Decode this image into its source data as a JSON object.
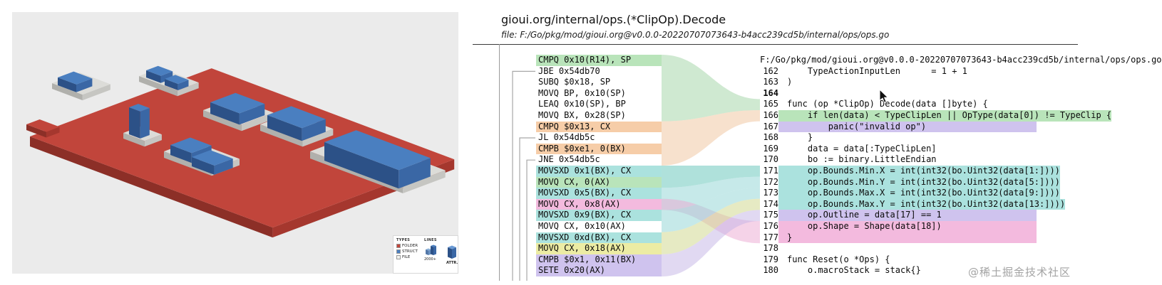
{
  "left_panel": {
    "legend": {
      "types_heading": "TYPES",
      "type_items": [
        {
          "label": "FOLDER",
          "color": "#c1453b"
        },
        {
          "label": "STRUCT",
          "color": "#4a7fc0"
        },
        {
          "label": "FILE",
          "color": "#f2f2ee"
        }
      ],
      "lines_heading": "LINES",
      "lines_value": "2000+",
      "attr_label": "ATTR."
    }
  },
  "right_panel": {
    "title": "gioui.org/internal/ops.(*ClipOp).Decode",
    "subtitle": "file: F:/Go/pkg/mod/gioui.org@v0.0.0-20220707073643-b4acc239cd5b/internal/ops/ops.go",
    "highlight_colors": {
      "green": "#b9e4ba",
      "peach": "#f6cda8",
      "cyan": "#abe2de",
      "pink": "#f3bade",
      "yellow": "#ececa4",
      "lavender": "#cfc3ee",
      "none": ""
    },
    "assembly_rows": [
      {
        "text": "CMPQ 0x10(R14), SP",
        "hl": "green"
      },
      {
        "text": "JBE 0x54db70",
        "hl": "none"
      },
      {
        "text": "SUBQ $0x18, SP",
        "hl": "none"
      },
      {
        "text": "MOVQ BP, 0x10(SP)",
        "hl": "none"
      },
      {
        "text": "LEAQ 0x10(SP), BP",
        "hl": "none"
      },
      {
        "text": "MOVQ BX, 0x28(SP)",
        "hl": "none"
      },
      {
        "text": "CMPQ $0x13, CX",
        "hl": "peach"
      },
      {
        "text": "JL 0x54db5c",
        "hl": "none"
      },
      {
        "text": "CMPB $0xe1, 0(BX)",
        "hl": "peach"
      },
      {
        "text": "JNE 0x54db5c",
        "hl": "none"
      },
      {
        "text": "MOVSXD 0x1(BX), CX",
        "hl": "cyan"
      },
      {
        "text": "MOVQ CX, 0(AX)",
        "hl": "green"
      },
      {
        "text": "MOVSXD 0x5(BX), CX",
        "hl": "cyan"
      },
      {
        "text": "MOVQ CX, 0x8(AX)",
        "hl": "pink"
      },
      {
        "text": "MOVSXD 0x9(BX), CX",
        "hl": "cyan"
      },
      {
        "text": "MOVQ CX, 0x10(AX)",
        "hl": "none"
      },
      {
        "text": "MOVSXD 0xd(BX), CX",
        "hl": "cyan"
      },
      {
        "text": "MOVQ CX, 0x18(AX)",
        "hl": "yellow"
      },
      {
        "text": "CMPB $0x1, 0x11(BX)",
        "hl": "lavender"
      },
      {
        "text": "SETE 0x20(AX)",
        "hl": "lavender"
      }
    ],
    "jump_rows": [
      1,
      7,
      9
    ],
    "source": {
      "path_header": "F:/Go/pkg/mod/gioui.org@v0.0.0-20220707073643-b4acc239cd5b/internal/ops/ops.go",
      "lines": [
        {
          "num": "162",
          "code": "    TypeActionInputLen      = 1 + 1",
          "hl": "none"
        },
        {
          "num": "163",
          "code": ")",
          "hl": "none"
        },
        {
          "num": "164",
          "code": "",
          "hl": "none",
          "bold": true
        },
        {
          "num": "165",
          "code": "func (op *ClipOp) Decode(data []byte) {",
          "hl": "none"
        },
        {
          "num": "166",
          "code": "    if len(data) < TypeClipLen || OpType(data[0]) != TypeClip {",
          "hl": "green"
        },
        {
          "num": "167",
          "code": "        panic(\"invalid op\")",
          "hl": "lavender"
        },
        {
          "num": "168",
          "code": "    }",
          "hl": "none"
        },
        {
          "num": "169",
          "code": "    data = data[:TypeClipLen]",
          "hl": "none"
        },
        {
          "num": "170",
          "code": "    bo := binary.LittleEndian",
          "hl": "none"
        },
        {
          "num": "171",
          "code": "    op.Bounds.Min.X = int(int32(bo.Uint32(data[1:])))",
          "hl": "cyan"
        },
        {
          "num": "172",
          "code": "    op.Bounds.Min.Y = int(int32(bo.Uint32(data[5:])))",
          "hl": "cyan"
        },
        {
          "num": "173",
          "code": "    op.Bounds.Max.X = int(int32(bo.Uint32(data[9:])))",
          "hl": "cyan"
        },
        {
          "num": "174",
          "code": "    op.Bounds.Max.Y = int(int32(bo.Uint32(data[13:])))",
          "hl": "cyan"
        },
        {
          "num": "175",
          "code": "    op.Outline = data[17] == 1",
          "hl": "lavender"
        },
        {
          "num": "176",
          "code": "    op.Shape = Shape(data[18])",
          "hl": "pink"
        },
        {
          "num": "177",
          "code": "}",
          "hl": "pink"
        },
        {
          "num": "178",
          "code": "",
          "hl": "none"
        },
        {
          "num": "179",
          "code": "func Reset(o *Ops) {",
          "hl": "none"
        },
        {
          "num": "180",
          "code": "    o.macroStack = stack{}",
          "hl": "none"
        }
      ]
    },
    "flows": [
      {
        "a": [
          0,
          5
        ],
        "s": [
          4,
          4
        ],
        "color": "#9fd4a4"
      },
      {
        "a": [
          6,
          9
        ],
        "s": [
          5,
          5
        ],
        "color": "#f0c49c"
      },
      {
        "a": [
          10,
          11
        ],
        "s": [
          10,
          10
        ],
        "color": "#5fc4b8"
      },
      {
        "a": [
          12,
          13
        ],
        "s": [
          11,
          11
        ],
        "color": "#8ed4d4"
      },
      {
        "a": [
          13,
          13
        ],
        "s": [
          15,
          16
        ],
        "color": "#eca8d2"
      },
      {
        "a": [
          14,
          15
        ],
        "s": [
          12,
          12
        ],
        "color": "#8ed4d4"
      },
      {
        "a": [
          16,
          17
        ],
        "s": [
          13,
          13
        ],
        "color": "#cdd688"
      },
      {
        "a": [
          18,
          19
        ],
        "s": [
          14,
          14
        ],
        "color": "#c3b4e6"
      }
    ]
  },
  "watermark": "@稀土掘金技术社区"
}
